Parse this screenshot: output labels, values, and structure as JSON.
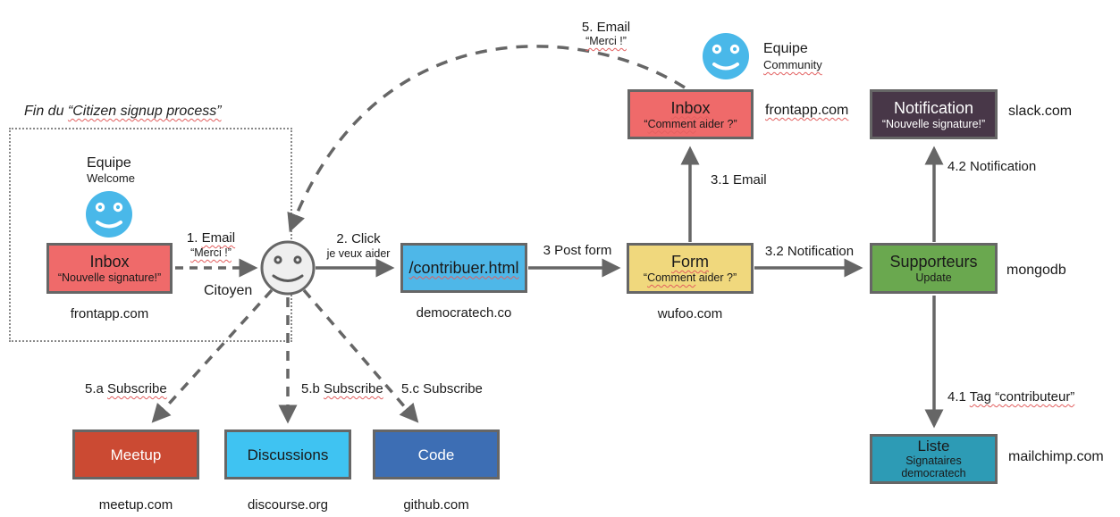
{
  "colors": {
    "salmon": "#ef6a6a",
    "cyan_blue": "#4eb7e8",
    "yellow": "#f0d87d",
    "dark_purple": "#483748",
    "green": "#6aa84f",
    "teal": "#2d9bb5",
    "red_orange": "#cb4a33",
    "cyan": "#3fc3f2",
    "blue": "#3d6eb4",
    "smiley_blue": "#49b8e9",
    "line_gray": "#666666",
    "squiggle": "#e25f5f"
  },
  "region": {
    "title_pre": "Fin du ",
    "title_wavy": "“Citizen signup process”"
  },
  "teams": {
    "welcome": {
      "name": "Equipe",
      "role": "Welcome"
    },
    "community": {
      "name": "Equipe",
      "role": "Community"
    }
  },
  "actor": {
    "label": "Citoyen"
  },
  "nodes": {
    "inbox_welcome": {
      "title": "Inbox",
      "subtitle": "“Nouvelle signature!”",
      "caption": "frontapp.com"
    },
    "contribuer": {
      "title": "/contribuer.html",
      "caption": "democratech.co"
    },
    "form": {
      "title": "Form",
      "sub_pre": "“",
      "sub_wavy": "Comment",
      "sub_post": " aider ?”",
      "caption": "wufoo.com"
    },
    "inbox_community": {
      "title": "Inbox",
      "sub_pre": "“",
      "sub_wavy": "Comment",
      "sub_post": " aider ?”",
      "caption": "frontapp.com"
    },
    "notification": {
      "title": "Notification",
      "subtitle": "“Nouvelle signature!”",
      "caption": "slack.com"
    },
    "supporteurs": {
      "title": "Supporteurs",
      "subtitle": "Update",
      "caption": "mongodb"
    },
    "liste": {
      "title": "Liste",
      "subtitle": "Signataires",
      "subtitle2": "democratech",
      "caption": "mailchimp.com"
    },
    "meetup": {
      "title": "Meetup",
      "caption": "meetup.com"
    },
    "discussions": {
      "title": "Discussions",
      "caption": "discourse.org"
    },
    "code": {
      "title": "Code",
      "caption": "github.com"
    }
  },
  "steps": {
    "s1": {
      "pre": "1. ",
      "wavy": "Email"
    },
    "s1_sub": {
      "wavy": "“Merci !”"
    },
    "s2": {
      "text": "2. Click"
    },
    "s2_sub": {
      "text": "je veux aider"
    },
    "s3": {
      "text": "3 Post form"
    },
    "s31": {
      "text": "3.1 Email"
    },
    "s32": {
      "text": "3.2 Notification"
    },
    "s41": {
      "pre": "4.1 ",
      "wavy": "Tag “contributeur”"
    },
    "s42": {
      "text": "4.2 Notification"
    },
    "s5": {
      "text": "5. Email"
    },
    "s5_sub": {
      "wavy": "“Merci !”"
    },
    "s5a": {
      "pre": "5.a ",
      "wavy": "Subscribe"
    },
    "s5b": {
      "pre": "5.b ",
      "wavy": "Subscribe"
    },
    "s5c": {
      "text": "5.c Subscribe"
    }
  }
}
